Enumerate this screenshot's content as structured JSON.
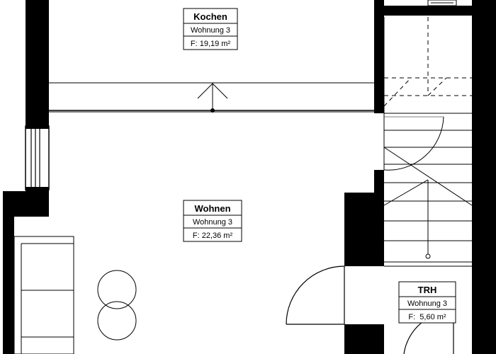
{
  "rooms": [
    {
      "id": "kochen",
      "name": "Kochen",
      "unit": "Wohnung 3",
      "area": "F: 19,19 m²"
    },
    {
      "id": "wohnen",
      "name": "Wohnen",
      "unit": "Wohnung 3",
      "area": "F: 22,36 m²"
    },
    {
      "id": "trh",
      "name": "TRH",
      "unit": "Wohnung 3",
      "area": "F:  5,60 m²"
    }
  ],
  "colors": {
    "wall": "#000000",
    "line": "#000000",
    "background": "#ffffff"
  }
}
